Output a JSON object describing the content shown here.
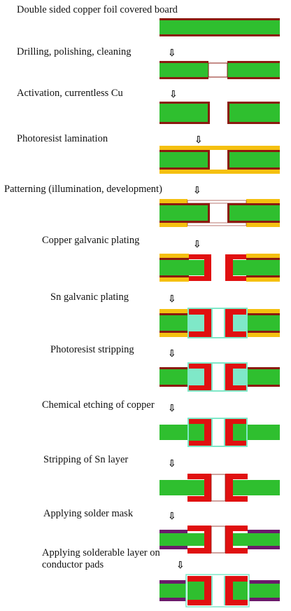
{
  "steps": [
    {
      "label": "Double sided copper foil covered board"
    },
    {
      "label": "Drilling, polishing, cleaning"
    },
    {
      "label": "Activation, currentless Cu"
    },
    {
      "label": "Photoresist lamination"
    },
    {
      "label": "Patterning (illumination, development)"
    },
    {
      "label": "Copper galvanic plating"
    },
    {
      "label": "Sn galvanic plating"
    },
    {
      "label": "Photoresist stripping"
    },
    {
      "label": "Chemical etching of copper"
    },
    {
      "label": "Stripping of Sn layer"
    },
    {
      "label": "Applying solder mask"
    },
    {
      "label": "Applying solderable layer on conductor pads"
    }
  ],
  "arrow_glyph": "⇩",
  "colors": {
    "substrate": "#2fbf2f",
    "copper": "#e01010",
    "thin_copper": "#8b1a10",
    "photoresist": "#f5c010",
    "tin": "#7fe8c8",
    "solder_mask": "#6b1a6b",
    "pad_finish": "#ffffff"
  }
}
